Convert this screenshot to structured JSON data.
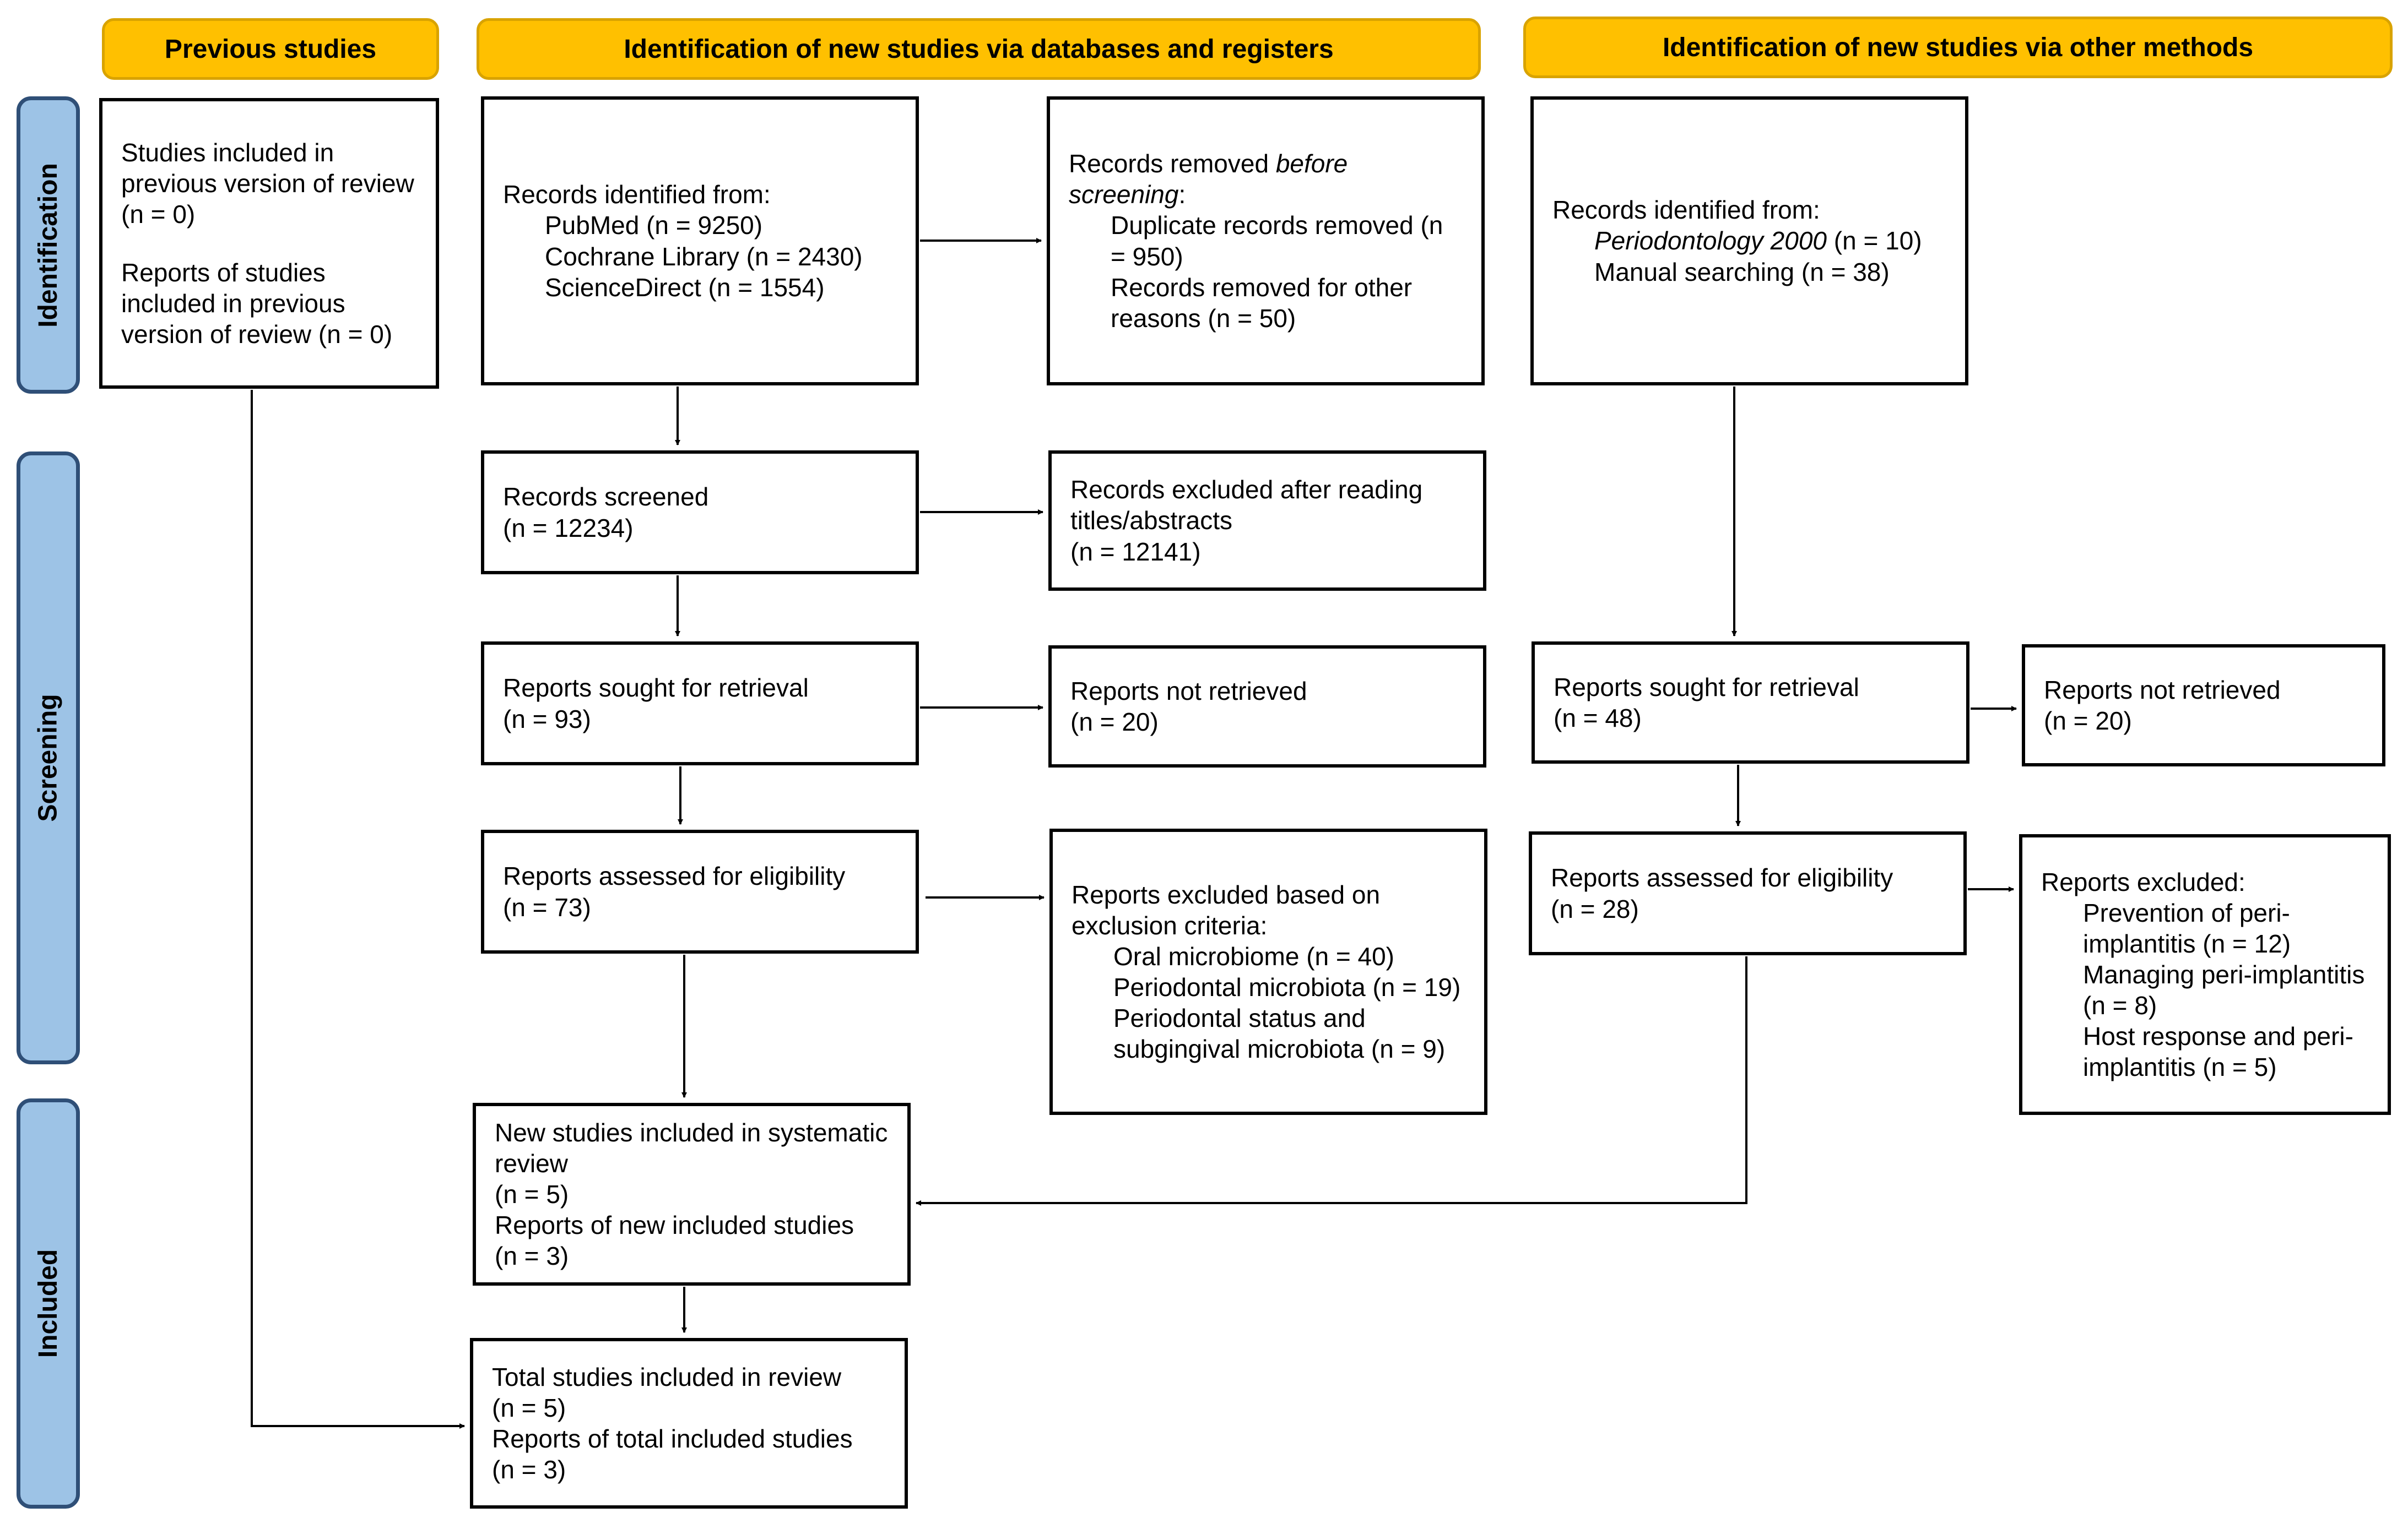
{
  "headers": {
    "previous": "Previous studies",
    "databases": "Identification of new studies via databases and registers",
    "other": "Identification of new studies via other methods"
  },
  "stages": {
    "identification": "Identification",
    "screening": "Screening",
    "included": "Included"
  },
  "previous_box": {
    "studies": "Studies included in previous version of review (n = 0)",
    "reports": "Reports of studies included in previous version of review (n = 0)"
  },
  "db": {
    "identified": {
      "title": "Records identified from:",
      "pubmed": "PubMed (n = 9250)",
      "cochrane": "Cochrane Library (n = 2430)",
      "sciencedirect": "ScienceDirect (n = 1554)"
    },
    "removed": {
      "title_prefix": "Records removed ",
      "title_italic1": "before",
      "title_italic2": "screening",
      "title_suffix": ":",
      "duplicates": "Duplicate records removed (n = 950)",
      "other_reasons": "Records removed for other reasons (n = 50)"
    },
    "screened": {
      "label": "Records screened",
      "count": "(n = 12234)"
    },
    "excluded": {
      "label": "Records excluded after reading titles/abstracts",
      "count": "(n = 12141)"
    },
    "sought": {
      "label": "Reports sought for retrieval",
      "count": "(n = 93)"
    },
    "not_retrieved": {
      "label": "Reports not retrieved",
      "count": "(n = 20)"
    },
    "assessed": {
      "label": "Reports assessed for eligibility",
      "count": "(n = 73)"
    },
    "excluded_criteria": {
      "title": "Reports excluded based on exclusion criteria:",
      "items": [
        "Oral microbiome (n = 40)",
        "Periodontal microbiota (n = 19)",
        "Periodontal status and subgingival microbiota (n = 9)"
      ]
    }
  },
  "other": {
    "identified": {
      "title": "Records identified from:",
      "periodontology_name": "Periodontology 2000",
      "periodontology_count": " (n = 10)",
      "manual": "Manual searching (n = 38)"
    },
    "sought": {
      "label": "Reports sought for retrieval",
      "count": "(n = 48)"
    },
    "not_retrieved": {
      "label": "Reports not retrieved",
      "count": "(n = 20)"
    },
    "assessed": {
      "label": "Reports assessed for eligibility",
      "count": "(n = 28)"
    },
    "excluded": {
      "title": "Reports excluded:",
      "items": [
        "Prevention of peri-implantitis (n = 12)",
        "Managing peri-implantitis (n = 8)",
        "Host response and peri-implantitis (n = 5)"
      ]
    }
  },
  "included": {
    "new": {
      "studies_label": "New studies included in systematic review",
      "studies_count": "(n = 5)",
      "reports_label": "Reports of new included studies",
      "reports_count": "(n = 3)"
    },
    "total": {
      "studies_label": "Total studies included in review",
      "studies_count": "(n = 5)",
      "reports_label": "Reports of total included studies",
      "reports_count": "(n = 3)"
    }
  }
}
